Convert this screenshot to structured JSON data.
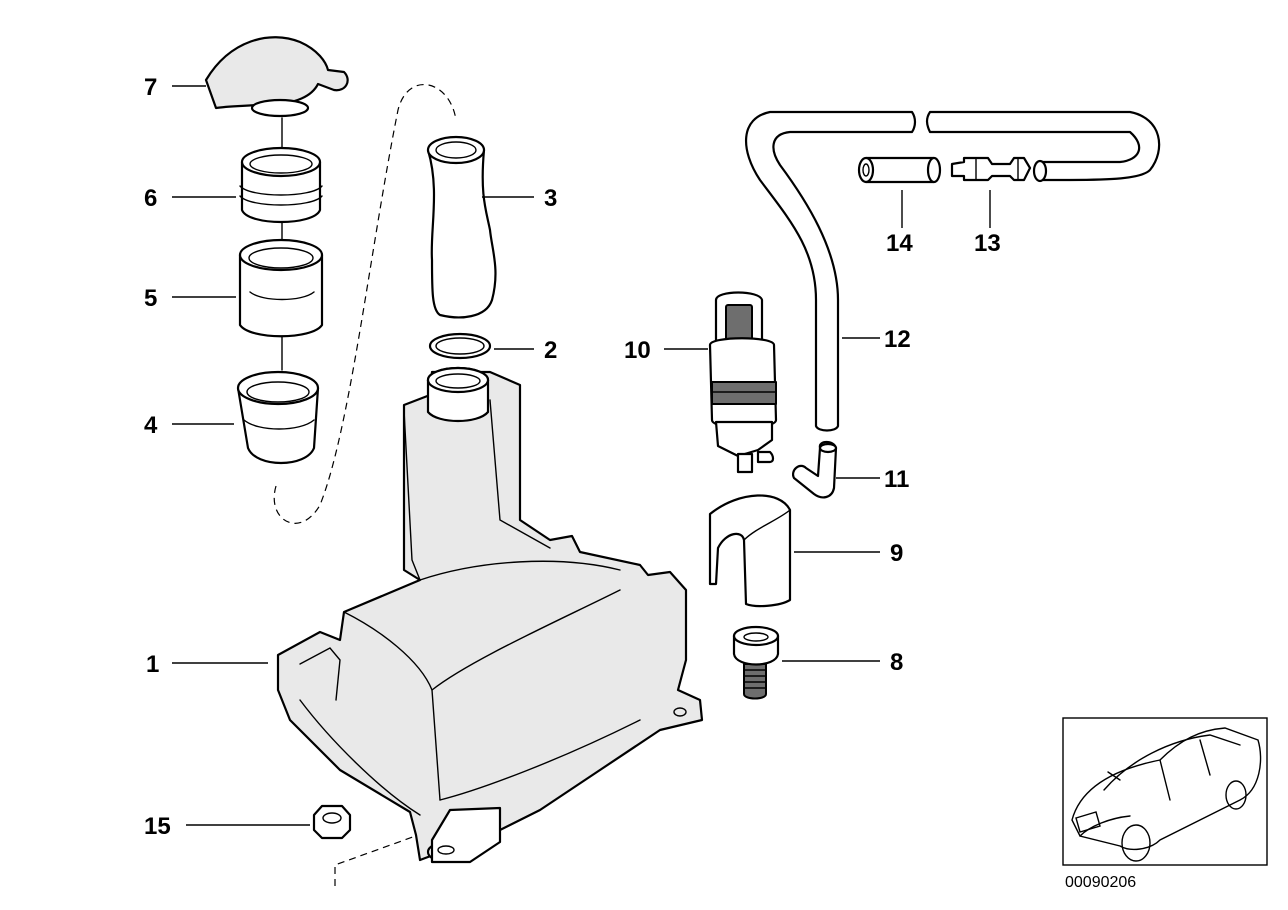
{
  "diagram": {
    "reference_number": "00090206",
    "callouts": [
      {
        "id": "c1",
        "label": "1"
      },
      {
        "id": "c2",
        "label": "2"
      },
      {
        "id": "c3",
        "label": "3"
      },
      {
        "id": "c4",
        "label": "4"
      },
      {
        "id": "c5",
        "label": "5"
      },
      {
        "id": "c6",
        "label": "6"
      },
      {
        "id": "c7",
        "label": "7"
      },
      {
        "id": "c8",
        "label": "8"
      },
      {
        "id": "c9",
        "label": "9"
      },
      {
        "id": "c10",
        "label": "10"
      },
      {
        "id": "c11",
        "label": "11"
      },
      {
        "id": "c12",
        "label": "12"
      },
      {
        "id": "c13",
        "label": "13"
      },
      {
        "id": "c14",
        "label": "14"
      },
      {
        "id": "c15",
        "label": "15"
      }
    ]
  }
}
